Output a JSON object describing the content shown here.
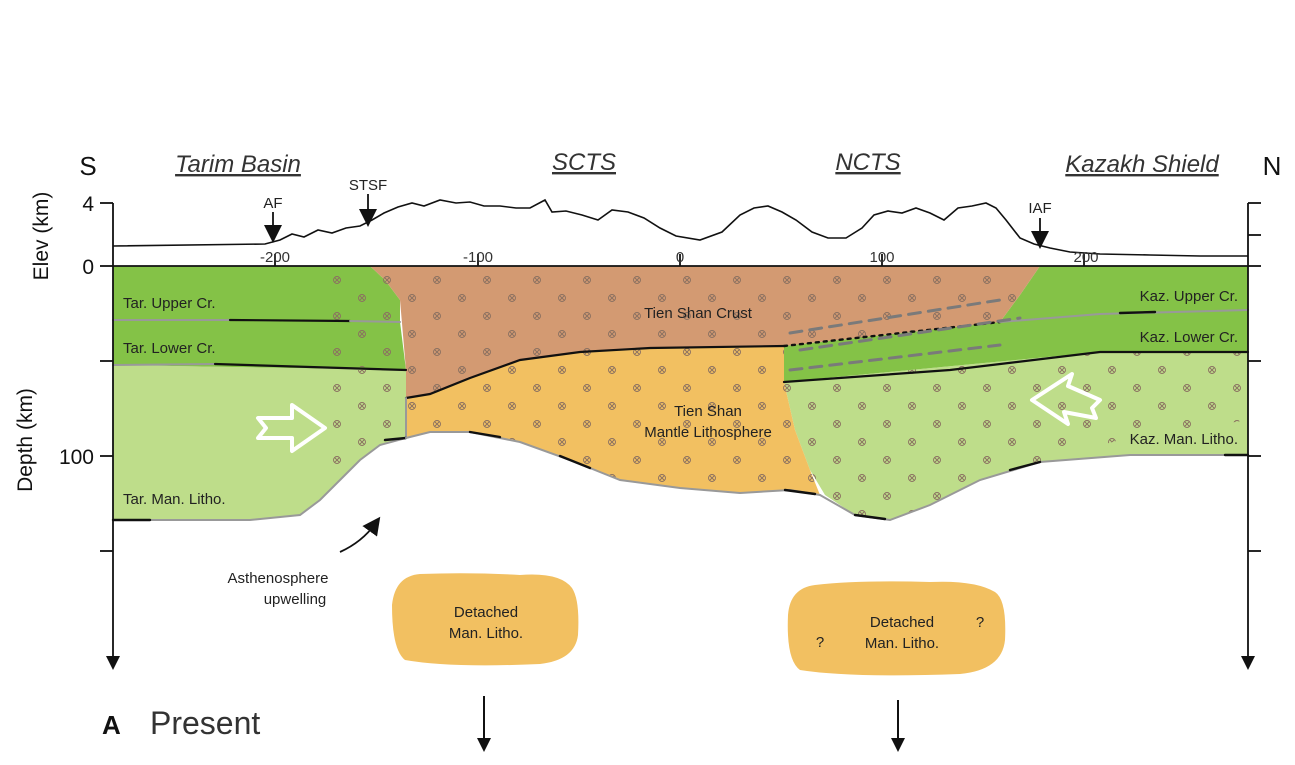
{
  "direction": {
    "south": "S",
    "north": "N"
  },
  "regions": {
    "tarim": "Tarim Basin",
    "scts": "SCTS",
    "ncts": "NCTS",
    "kazakh": "Kazakh Shield"
  },
  "faults": {
    "af": "AF",
    "stsf": "STSF",
    "iaf": "IAF"
  },
  "elev_axis": {
    "label": "Elev (km)",
    "ticks": [
      "4",
      "0"
    ]
  },
  "depth_axis": {
    "label": "Depth (km)",
    "ticks": [
      "100"
    ]
  },
  "distance_ticks": [
    "-200",
    "-100",
    "0",
    "100",
    "200"
  ],
  "layers": {
    "tar_upper": "Tar.  Upper Cr.",
    "tar_lower": "Tar.  Lower Cr.",
    "tar_mantle": "Tar.  Man. Litho.",
    "tienshan_crust": "Tien Shan Crust",
    "tienshan_mantle_1": "Tien Shan",
    "tienshan_mantle_2": "Mantle Lithosphere",
    "kaz_upper": "Kaz.  Upper Cr.",
    "kaz_lower": "Kaz.  Lower Cr.",
    "kaz_mantle": "Kaz. Man. Litho."
  },
  "annotations": {
    "upwelling_1": "Asthenosphere",
    "upwelling_2": "upwelling",
    "detached_1a": "Detached",
    "detached_1b": "Man. Litho.",
    "detached_2a": "Detached",
    "detached_2b": "Man. Litho.",
    "question": "?"
  },
  "panel": {
    "letter": "A",
    "title": "Present"
  },
  "colors": {
    "crust_green": "#84c247",
    "mantle_green": "#bedd8a",
    "tienshan_crust": "#d39a72",
    "tienshan_mantle": "#f2c061",
    "detached": "#f2c061"
  }
}
